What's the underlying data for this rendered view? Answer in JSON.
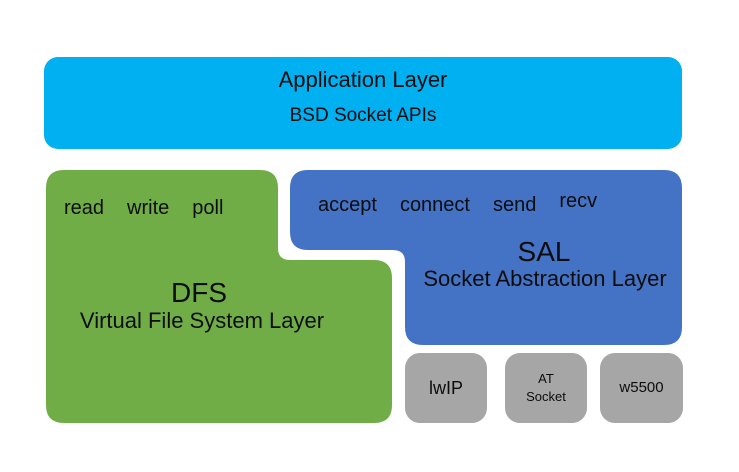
{
  "colors": {
    "application_layer": "#00b0f0",
    "dfs_layer": "#70ad47",
    "sal_layer": "#4472c4",
    "backend": "#a6a6a6",
    "background": "#ffffff",
    "text": "#0d0d0d"
  },
  "application_layer": {
    "title": "Application Layer",
    "subtitle": "BSD Socket APIs"
  },
  "dfs_layer": {
    "apis": [
      "read",
      "write",
      "poll"
    ],
    "acronym": "DFS",
    "name": "Virtual File System Layer"
  },
  "sal_layer": {
    "apis": [
      "accept",
      "connect",
      "send",
      "recv"
    ],
    "acronym": "SAL",
    "name": "Socket Abstraction Layer"
  },
  "backends": [
    {
      "label": "lwIP"
    },
    {
      "label": "AT\nSocket"
    },
    {
      "label": "w5500"
    }
  ]
}
